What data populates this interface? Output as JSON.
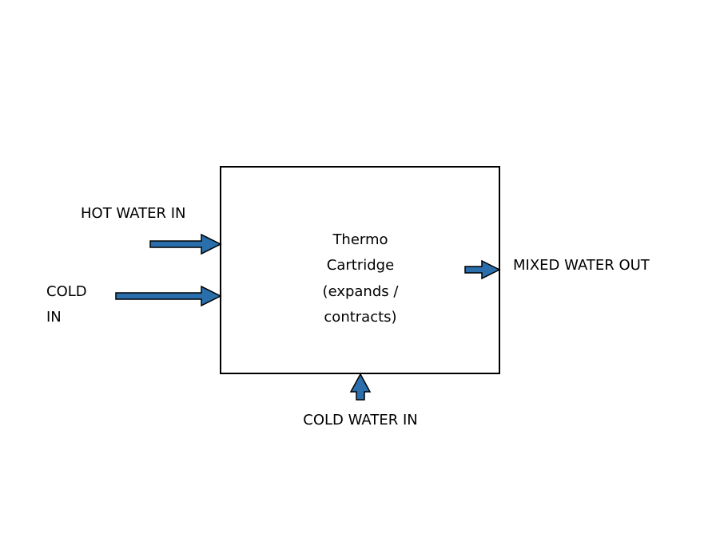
{
  "colors": {
    "arrow_fill": "#2a6fab",
    "outline": "#000000",
    "background": "#ffffff"
  },
  "cartridge": {
    "line1": "Thermo",
    "line2": "Cartridge",
    "line3": "(expands /",
    "line4": "contracts)"
  },
  "inlets": {
    "hot_label": "HOT WATER IN",
    "cold_left_line1": "COLD",
    "cold_left_line2": "IN",
    "cold_bottom_label": "COLD WATER IN"
  },
  "outlet": {
    "label": "MIXED WATER OUT"
  }
}
